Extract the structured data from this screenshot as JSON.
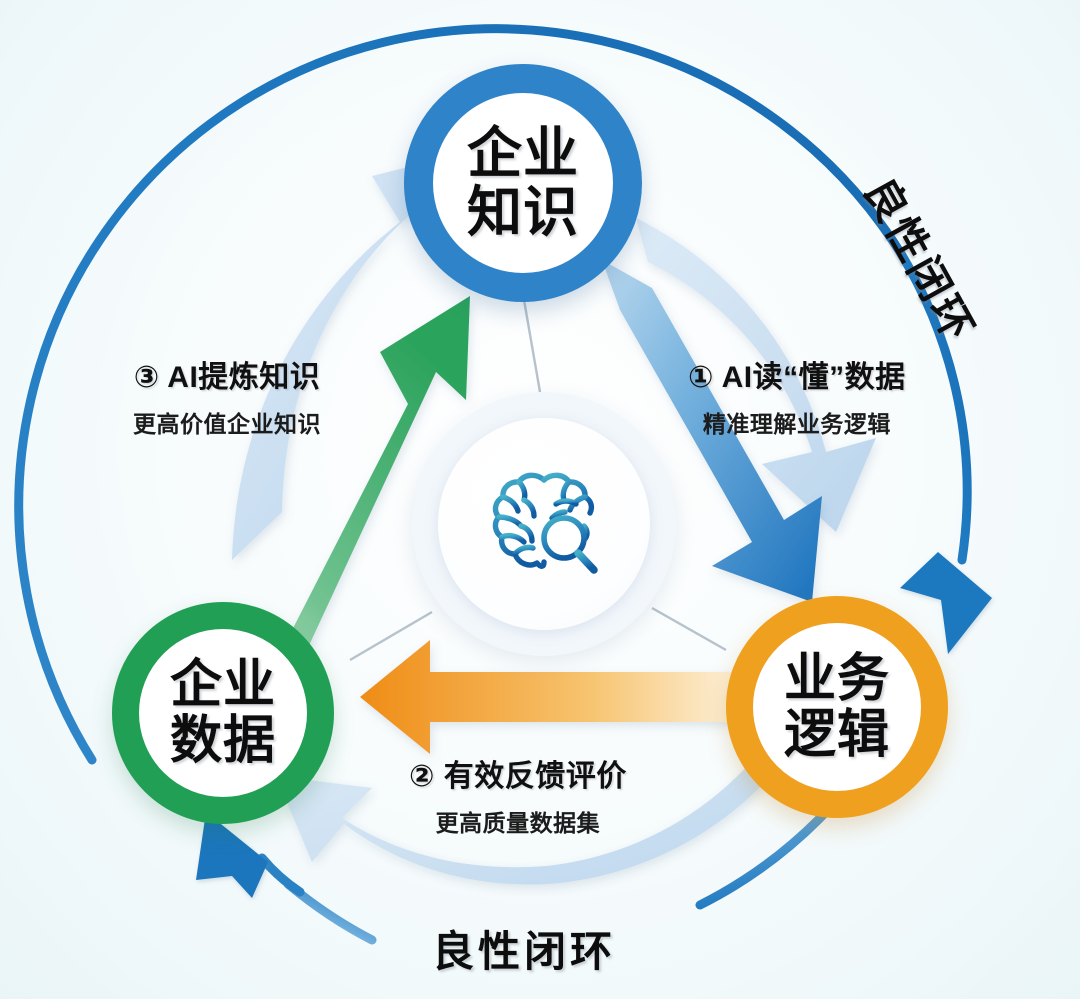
{
  "diagram": {
    "title": "企业知识-业务逻辑-企业数据良性闭环",
    "background_color": "#f5fafc",
    "nodes": [
      {
        "id": "knowledge",
        "label_line1": "企业",
        "label_line2": "知识",
        "ring_color": "#2f83c9",
        "position": "top"
      },
      {
        "id": "data",
        "label_line1": "企业",
        "label_line2": "数据",
        "ring_color": "#21a055",
        "position": "bottom-left"
      },
      {
        "id": "logic",
        "label_line1": "业务",
        "label_line2": "逻辑",
        "ring_color": "#f0a01f",
        "position": "bottom-right"
      }
    ],
    "center": {
      "icon": "brain-magnifier-icon",
      "icon_color_start": "#3aa6c8",
      "icon_color_end": "#1668ad"
    },
    "steps": [
      {
        "marker": "①",
        "title": "AI读“懂”数据",
        "subtitle": "精准理解业务逻辑",
        "arrow_color": "#2d81c9",
        "from": "knowledge",
        "to": "logic"
      },
      {
        "marker": "②",
        "title": "有效反馈评价",
        "subtitle": "更高质量数据集",
        "arrow_color": "#ef8c15",
        "from": "logic",
        "to": "data"
      },
      {
        "marker": "③",
        "title": "AI提炼知识",
        "subtitle": "更高价值企业知识",
        "arrow_color": "#2ba35c",
        "from": "data",
        "to": "knowledge"
      }
    ],
    "loop_caption_bottom": "良性闭环",
    "loop_caption_right": "良性闭环",
    "outer_ring_color": "#1f79c0",
    "inner_band_color": "#c5dcf0"
  },
  "steps_text": {
    "s1_full": "① AI读“懂”数据",
    "s1_sub": "精准理解业务逻辑",
    "s2_full": "② 有效反馈评价",
    "s2_sub": "更高质量数据集",
    "s3_full": "③ AI提炼知识",
    "s3_sub": "更高价值企业知识"
  }
}
